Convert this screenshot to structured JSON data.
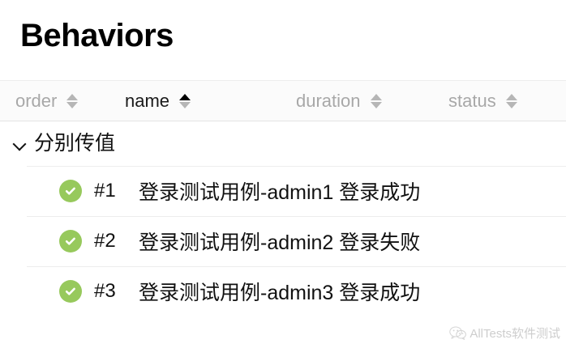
{
  "page": {
    "title": "Behaviors"
  },
  "table": {
    "columns": [
      {
        "label": "order",
        "sorted": false,
        "sort_direction": "none",
        "icon": "sort-arrows-icon"
      },
      {
        "label": "name",
        "sorted": true,
        "sort_direction": "asc",
        "icon": "sort-arrows-icon"
      },
      {
        "label": "duration",
        "sorted": false,
        "sort_direction": "none",
        "icon": "sort-arrows-icon"
      },
      {
        "label": "status",
        "sorted": false,
        "sort_direction": "none",
        "icon": "sort-arrows-icon"
      }
    ],
    "groups": [
      {
        "name": "分别传值",
        "expanded": true,
        "chevron_icon": "chevron-down-icon",
        "rows": [
          {
            "order": "#1",
            "name": "登录测试用例-admin1 登录成功",
            "status": "passed",
            "status_icon": "check-circle-icon"
          },
          {
            "order": "#2",
            "name": "登录测试用例-admin2 登录失败",
            "status": "passed",
            "status_icon": "check-circle-icon"
          },
          {
            "order": "#3",
            "name": "登录测试用例-admin3 登录成功",
            "status": "passed",
            "status_icon": "check-circle-icon"
          }
        ]
      }
    ]
  },
  "watermark": {
    "text": "AllTests软件测试",
    "icon": "wechat-logo-icon"
  },
  "colors": {
    "passed_green": "#97c95c",
    "header_background": "#fbfbfb",
    "muted_text": "#a8a8a8",
    "primary_text": "#111111",
    "divider": "#ededed"
  }
}
